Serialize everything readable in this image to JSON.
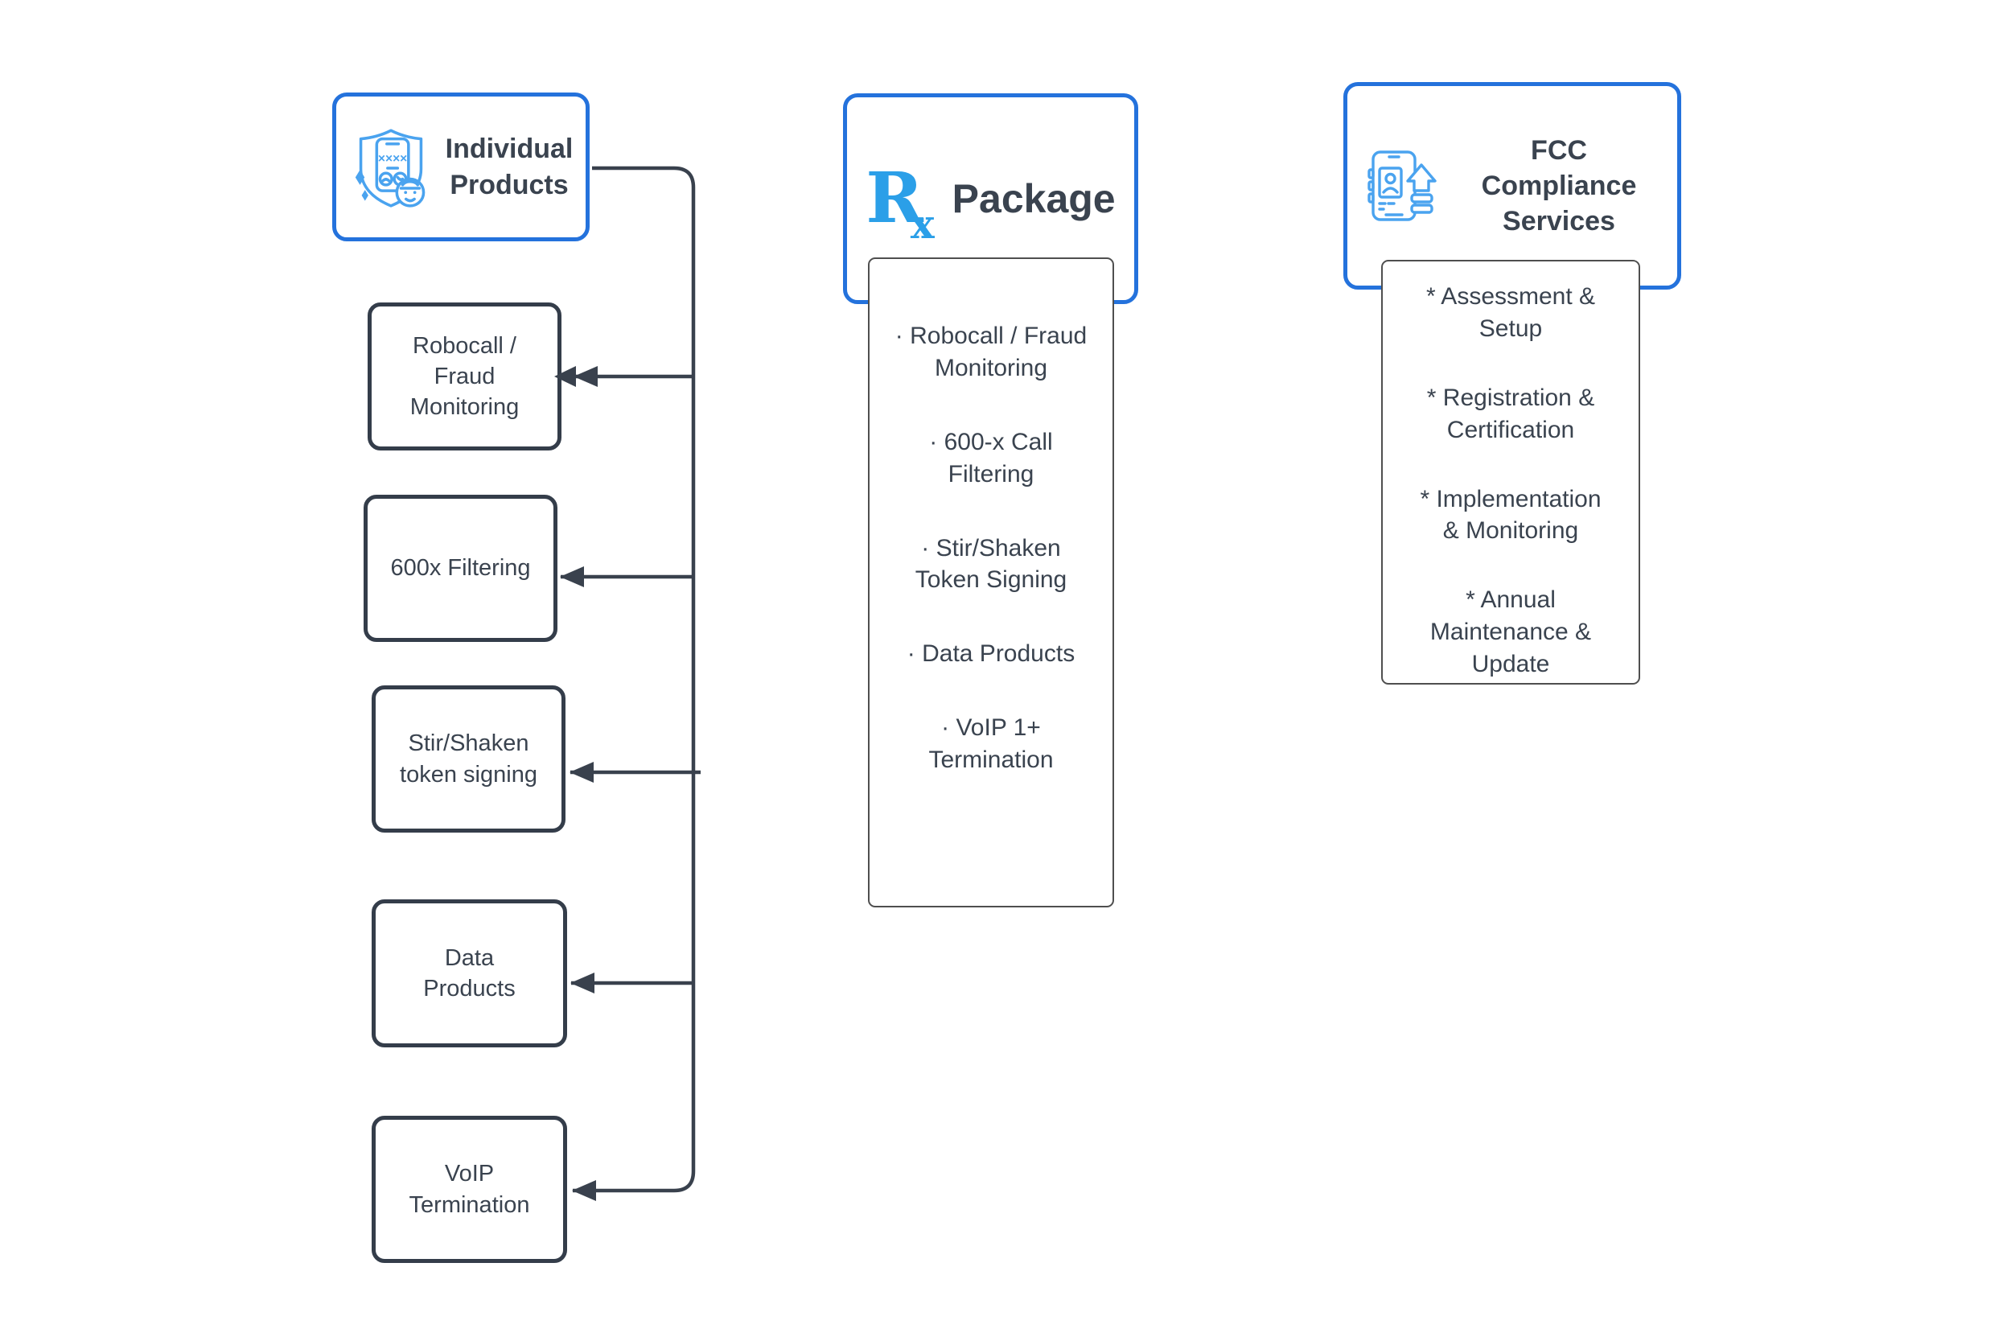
{
  "colors": {
    "accent_blue": "#2472DC",
    "icon_blue": "#4AA3EF",
    "rx_blue": "#2B9FE8",
    "dark_text": "#3A434F",
    "line_dark": "#39414D",
    "gray_border": "#4F4F4F"
  },
  "individual": {
    "title": "Individual\nProducts",
    "products": [
      {
        "label": "Robocall /\nFraud\nMonitoring"
      },
      {
        "label": "600x Filtering"
      },
      {
        "label": "Stir/Shaken\ntoken signing"
      },
      {
        "label": "Data\nProducts"
      },
      {
        "label": "VoIP\nTermination"
      }
    ]
  },
  "package": {
    "logo_r": "R",
    "logo_x": "x",
    "title": "Package",
    "items": [
      "· Robocall / Fraud\nMonitoring",
      "· 600-x Call\nFiltering",
      "· Stir/Shaken\nToken Signing",
      "· Data Products",
      "· VoIP 1+\nTermination"
    ]
  },
  "fcc": {
    "title": "FCC Compliance\nServices",
    "items": [
      "*   Assessment &\nSetup",
      "*   Registration &\nCertification",
      "*   Implementation\n& Monitoring",
      "*   Annual\nMaintenance &\nUpdate"
    ]
  }
}
